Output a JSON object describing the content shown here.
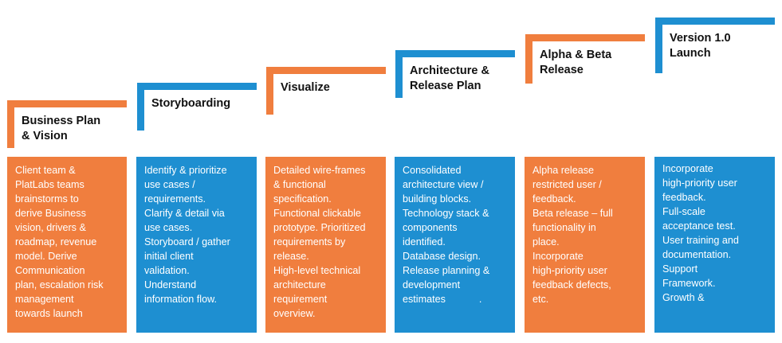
{
  "colors": {
    "orange": "#f07e3e",
    "blue": "#1e8fd1"
  },
  "stages": [
    {
      "title": "Business Plan\n& Vision",
      "color": "orange",
      "lines": [
        "Client team &",
        "PlatLabs teams",
        "brainstorms to",
        "derive Business",
        "vision, drivers &",
        "roadmap, revenue",
        "model. Derive",
        "Communication",
        "plan, escalation risk",
        "management",
        "towards launch"
      ]
    },
    {
      "title": "Storyboarding",
      "color": "blue",
      "lines": [
        "Identify & prioritize",
        "use cases /",
        "requirements.",
        "Clarify & detail via",
        "use cases.",
        "Storyboard / gather",
        "initial client",
        "validation.",
        "Understand",
        "information flow."
      ]
    },
    {
      "title": "Visualize",
      "color": "orange",
      "lines": [
        "Detailed wire-frames",
        "& functional",
        "specification.",
        "Functional clickable",
        "prototype. Prioritized",
        "requirements by",
        "release.",
        "High-level technical",
        "architecture",
        "requirement",
        "overview."
      ]
    },
    {
      "title": "Architecture &\nRelease Plan",
      "color": "blue",
      "lines": [
        "Consolidated",
        "architecture view /",
        "building blocks.",
        "Technology stack &",
        "components",
        "identified.",
        "Database design.",
        "Release planning &",
        "development",
        "estimates            ."
      ]
    },
    {
      "title": "Alpha & Beta\nRelease",
      "color": "orange",
      "lines": [
        "Alpha release",
        "restricted user /",
        "feedback.",
        "Beta release – full",
        "functionality in",
        "place.",
        "Incorporate",
        "high-priority user",
        "feedback defects,",
        "etc."
      ]
    },
    {
      "title": "Version 1.0\nLaunch",
      "color": "blue",
      "lines": [
        "Incorporate",
        "high-priority user",
        "feedback.",
        "Full-scale",
        "acceptance test.",
        "User training and",
        "documentation.",
        "Support",
        "Framework.",
        "Growth &"
      ]
    }
  ]
}
